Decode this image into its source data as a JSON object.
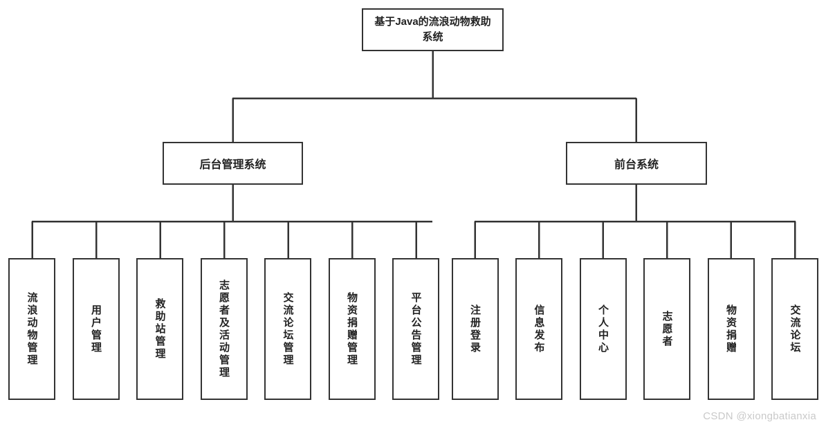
{
  "diagram": {
    "title": "基于Java的流浪动物救助系统",
    "line_color": "#333333",
    "background_color": "#ffffff",
    "root": {
      "label": "基于Java的流浪动物救助系统"
    },
    "branches": [
      {
        "id": "admin",
        "label": "后台管理系统"
      },
      {
        "id": "front",
        "label": "前台系统"
      }
    ],
    "admin_leaves": [
      {
        "label": "流浪动物管理"
      },
      {
        "label": "用户管理"
      },
      {
        "label": "救助站管理"
      },
      {
        "label": "志愿者及活动管理"
      },
      {
        "label": "交流论坛管理"
      },
      {
        "label": "物资捐赠管理"
      },
      {
        "label": "平台公告管理"
      }
    ],
    "front_leaves": [
      {
        "label": "注册登录"
      },
      {
        "label": "信息发布"
      },
      {
        "label": "个人中心"
      },
      {
        "label": "志愿者"
      },
      {
        "label": "物资捐赠"
      },
      {
        "label": "交流论坛"
      }
    ],
    "watermark": "CSDN @xiongbatianxia"
  }
}
